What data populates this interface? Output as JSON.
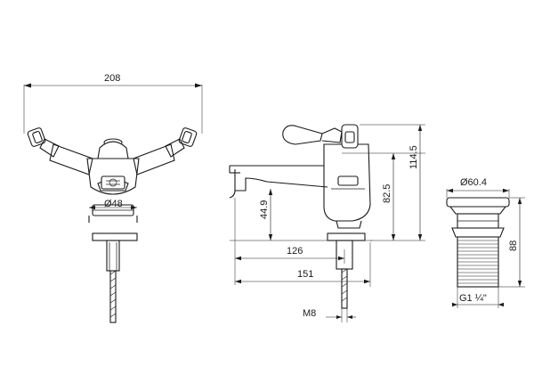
{
  "title": "",
  "dimensions": {
    "front_width": "208",
    "front_diameter": "Ø48",
    "side_spout_height": "44.9",
    "side_body_height": "82.5",
    "side_total_height": "114.5",
    "side_reach_126": "126",
    "side_reach_151": "151",
    "thread_m8": "M8",
    "waste_diameter": "Ø60.4",
    "waste_height": "88",
    "waste_thread": "G1 ¼\""
  }
}
